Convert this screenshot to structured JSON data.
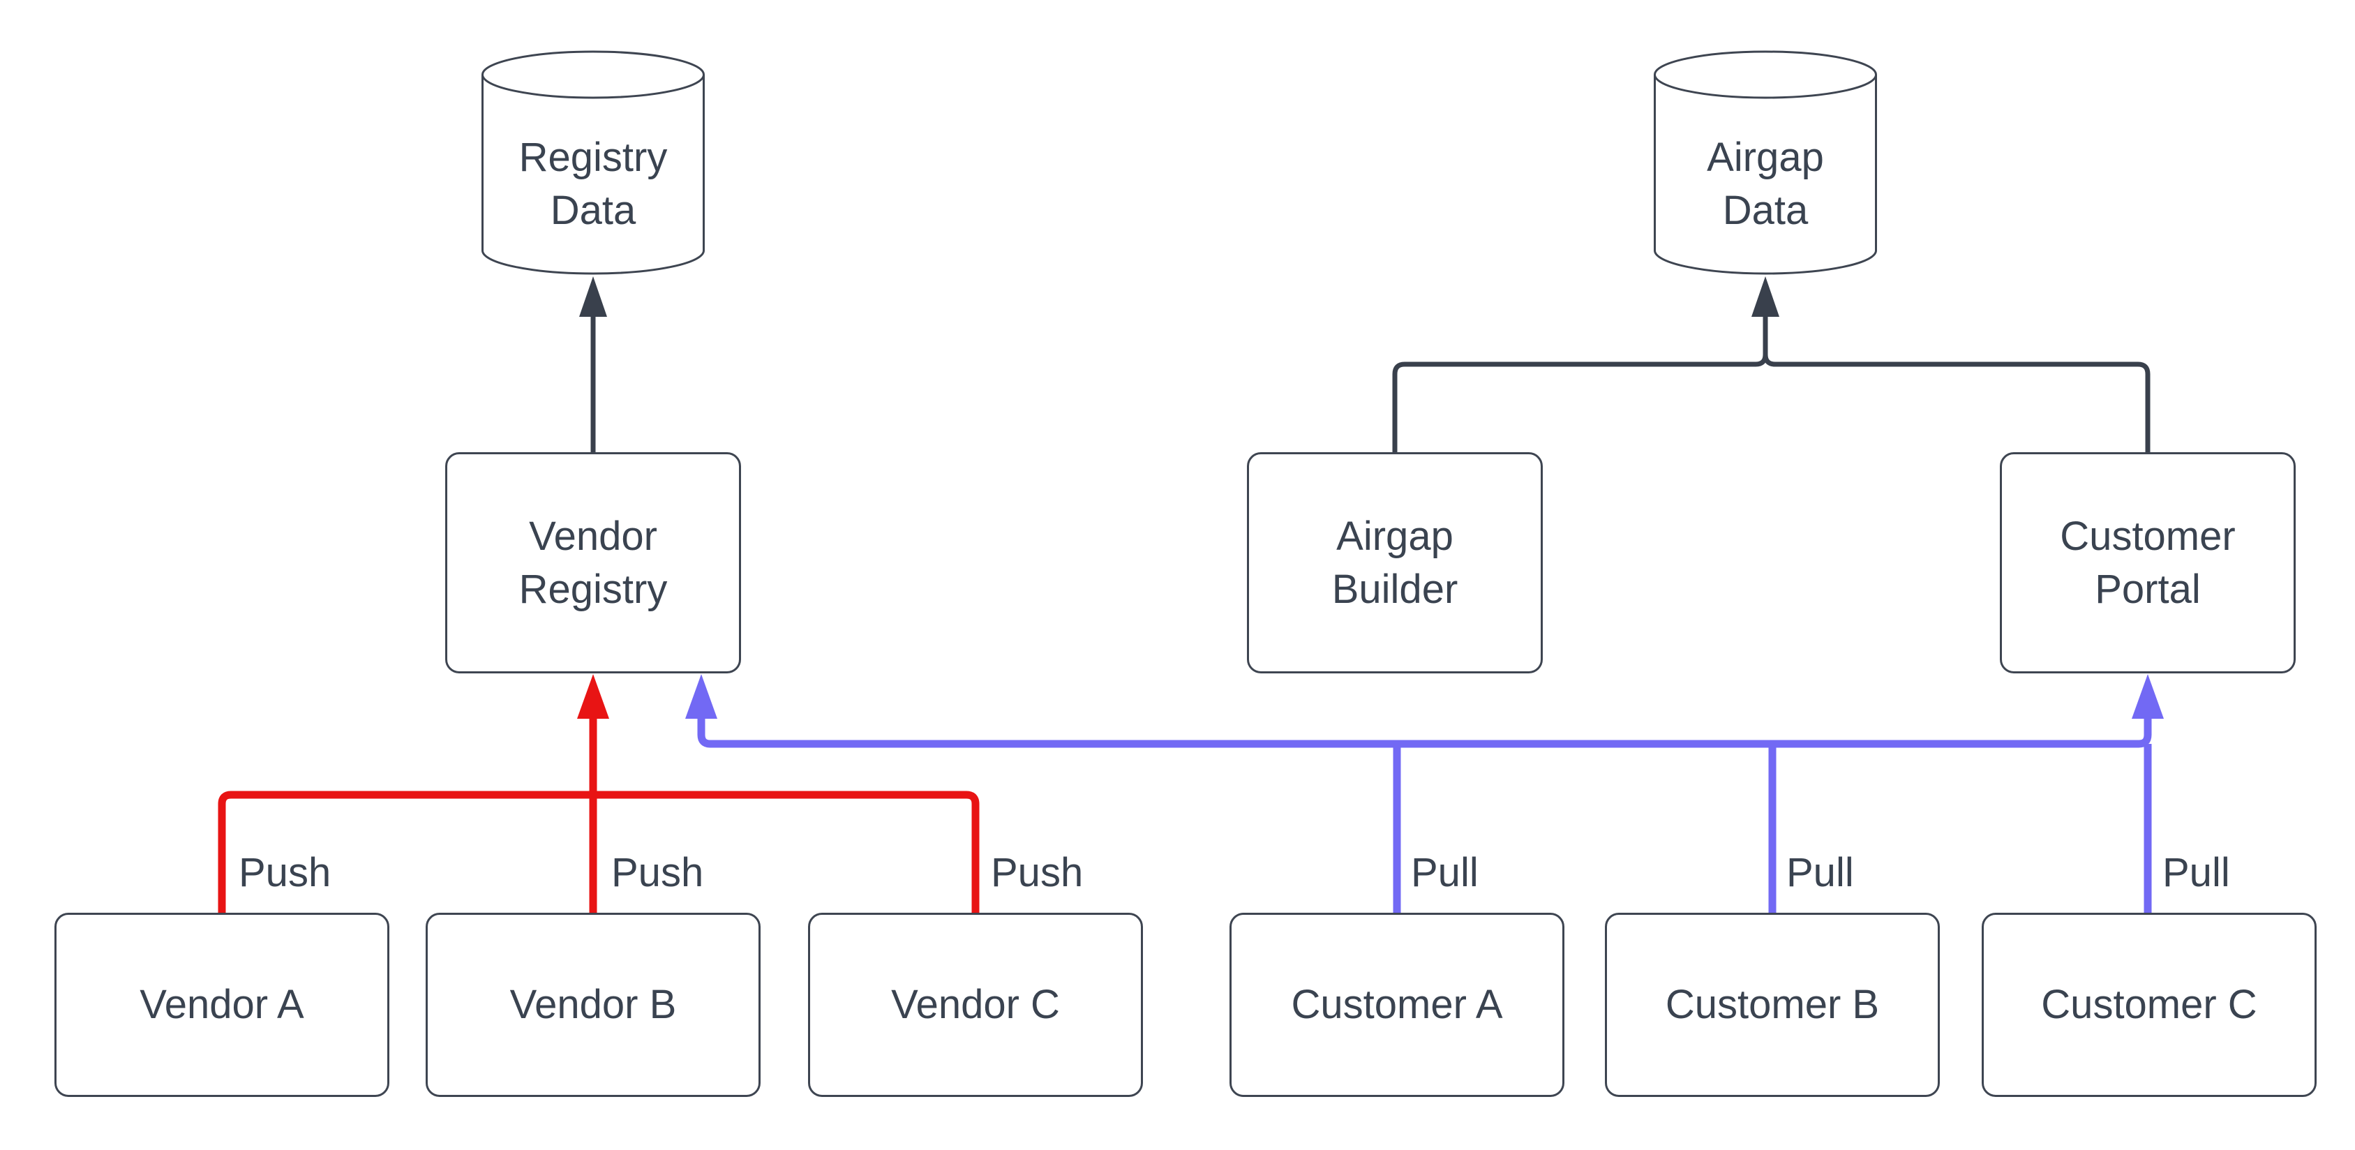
{
  "page": {
    "background": "#ffffff"
  },
  "colors": {
    "node_stroke": "#3e4551",
    "text": "#3a4350",
    "flow_arrow": "#39404c",
    "push": "#e81414",
    "pull": "#7269f4"
  },
  "nodes": {
    "registry_data": {
      "type": "cylinder",
      "lines": [
        "Registry",
        "Data"
      ]
    },
    "airgap_data": {
      "type": "cylinder",
      "lines": [
        "Airgap",
        "Data"
      ]
    },
    "vendor_registry": {
      "type": "box",
      "lines": [
        "Vendor",
        "Registry"
      ]
    },
    "airgap_builder": {
      "type": "box",
      "lines": [
        "Airgap",
        "Builder"
      ]
    },
    "customer_portal": {
      "type": "box",
      "lines": [
        "Customer",
        "Portal"
      ]
    },
    "vendor_a": {
      "type": "box",
      "label": "Vendor A"
    },
    "vendor_b": {
      "type": "box",
      "label": "Vendor B"
    },
    "vendor_c": {
      "type": "box",
      "label": "Vendor C"
    },
    "customer_a": {
      "type": "box",
      "label": "Customer A"
    },
    "customer_b": {
      "type": "box",
      "label": "Customer B"
    },
    "customer_c": {
      "type": "box",
      "label": "Customer C"
    }
  },
  "edges": {
    "push": {
      "label": "Push",
      "color": "#e81414",
      "from": [
        "Vendor A",
        "Vendor B",
        "Vendor C"
      ],
      "to": "Vendor Registry"
    },
    "pull": {
      "label": "Pull",
      "color": "#7269f4",
      "from": [
        "Customer A",
        "Customer B",
        "Customer C"
      ],
      "to": [
        "Vendor Registry",
        "Customer Portal"
      ]
    },
    "data_flows": [
      {
        "from": "Vendor Registry",
        "to": "Registry Data"
      },
      {
        "from": "Airgap Builder",
        "to": "Airgap Data"
      },
      {
        "from": "Customer Portal",
        "to": "Airgap Data"
      }
    ]
  }
}
